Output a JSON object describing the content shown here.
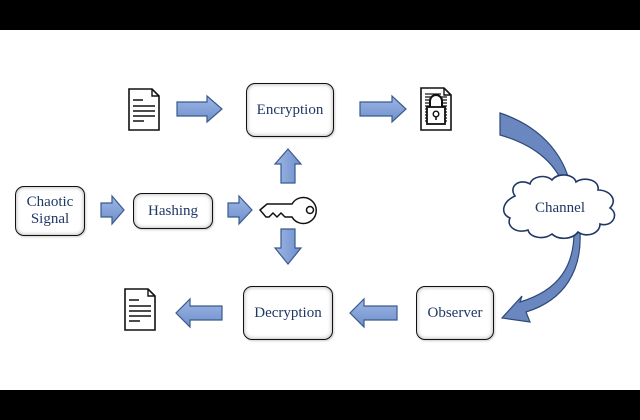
{
  "diagram": {
    "nodes": {
      "chaotic_signal": "Chaotic\nSignal",
      "chaotic_signal_line1": "Chaotic",
      "chaotic_signal_line2": "Signal",
      "hashing": "Hashing",
      "encryption": "Encryption",
      "decryption": "Decryption",
      "observer": "Observer",
      "channel": "Channel"
    },
    "icons": {
      "plain_document_top": "document-icon",
      "encrypted_document": "locked-document-icon",
      "key": "key-icon",
      "plain_document_bottom": "document-icon"
    },
    "edges": [
      {
        "from": "chaotic_signal",
        "to": "hashing"
      },
      {
        "from": "hashing",
        "to": "key"
      },
      {
        "from": "key",
        "to": "encryption"
      },
      {
        "from": "key",
        "to": "decryption"
      },
      {
        "from": "plain_document_top",
        "to": "encryption"
      },
      {
        "from": "encryption",
        "to": "encrypted_document"
      },
      {
        "from": "encrypted_document",
        "to": "channel"
      },
      {
        "from": "channel",
        "to": "observer"
      },
      {
        "from": "observer",
        "to": "decryption"
      },
      {
        "from": "decryption",
        "to": "plain_document_bottom"
      }
    ],
    "colors": {
      "arrow_fill": "#7f9ed6",
      "arrow_stroke": "#3a5a8c",
      "curve_fill": "#6a87c0",
      "text": "#1f3864"
    }
  }
}
